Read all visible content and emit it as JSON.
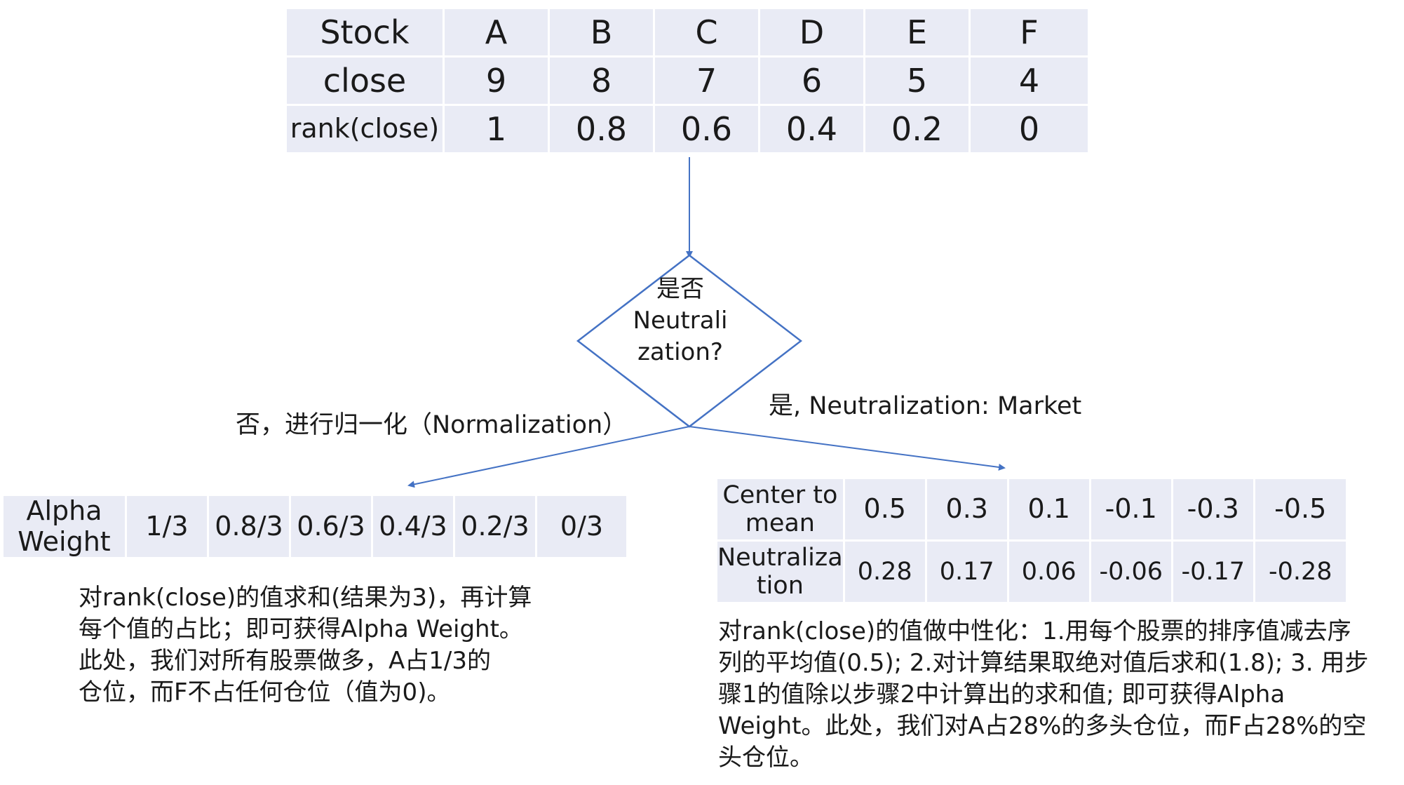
{
  "top_table": {
    "header": [
      "Stock",
      "A",
      "B",
      "C",
      "D",
      "E",
      "F"
    ],
    "rows": [
      [
        "close",
        "9",
        "8",
        "7",
        "6",
        "5",
        "4"
      ],
      [
        "rank(close)",
        "1",
        "0.8",
        "0.6",
        "0.4",
        "0.2",
        "0"
      ]
    ]
  },
  "decision": {
    "text": "是否\nNeutrali\nzation?"
  },
  "branch_no": {
    "label": "否，进行归一化（Normalization）"
  },
  "branch_yes": {
    "label": "是, Neutralization: Market"
  },
  "alpha_table": {
    "label": "Alpha\nWeight",
    "values": [
      "1/3",
      "0.8/3",
      "0.6/3",
      "0.4/3",
      "0.2/3",
      "0/3"
    ]
  },
  "neutral_table": {
    "rows": [
      {
        "label": "Center to\nmean",
        "values": [
          "0.5",
          "0.3",
          "0.1",
          "-0.1",
          "-0.3",
          "-0.5"
        ]
      },
      {
        "label": "Neutraliza\ntion",
        "values": [
          "0.28",
          "0.17",
          "0.06",
          "-0.06",
          "-0.17",
          "-0.28"
        ]
      }
    ]
  },
  "left_note": "对rank(close)的值求和(结果为3)，再计算\n每个值的占比；即可获得Alpha Weight。\n此处，我们对所有股票做多，A占1/3的\n仓位，而F不占任何仓位（值为0)。",
  "right_note": "对rank(close)的值做中性化：1.用每个股票的排序值减去序\n列的平均值(0.5); 2.对计算结果取绝对值后求和(1.8); 3. 用步\n骤1的值除以步骤2中计算出的求和值; 即可获得Alpha\nWeight。此处，我们对A占28%的多头仓位，而F占28%的空\n头仓位。",
  "colors": {
    "cell": "#e9ebf5",
    "line": "#4472c4"
  }
}
